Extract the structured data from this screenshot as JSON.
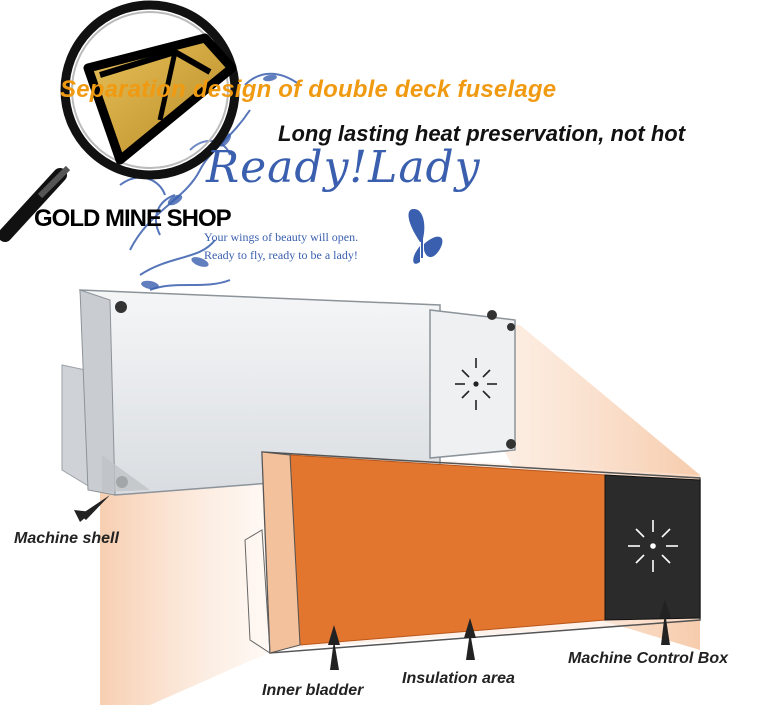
{
  "headline": "Separation design of double deck fuselage",
  "subheadline": "Long lasting heat preservation, not hot",
  "watermark": {
    "script_title": "Ready!Lady",
    "tagline_1": "Your wings of beauty will open.",
    "tagline_2": "Ready to fly, ready to be a lady!"
  },
  "shop_name": "GOLD MINE SHOP",
  "labels": {
    "machine_shell": "Machine shell",
    "inner_bladder": "Inner bladder",
    "insulation_area": "Insulation area",
    "machine_control_box": "Machine Control Box"
  },
  "colors": {
    "headline": "#f09a12",
    "orange_panel": "#e2762f",
    "control_box": "#2b2b2b",
    "watermark_blue": "#3a5fae",
    "shell": "#e9ecef",
    "glow": "#f6c9a8"
  },
  "icons": [
    "magnifier-icon",
    "gold-bar-icon",
    "butterfly-icon",
    "fan-vent-icon"
  ]
}
